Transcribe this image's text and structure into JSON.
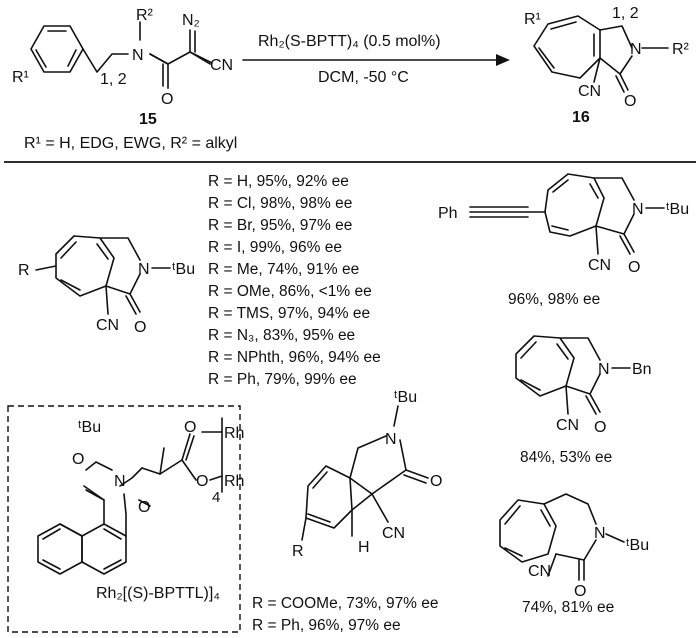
{
  "scheme": {
    "compound_start": "15",
    "compound_product": "16",
    "catalyst_line": "Rh₂(S-BPTT)₄ (0.5 mol%)",
    "conditions_line": "DCM, -50 °C",
    "substituent_note": "R¹ = H, EDG, EWG, R² = alkyl"
  },
  "atoms": {
    "r1": "R¹",
    "r2": "R²",
    "n": "N",
    "n2": "N₂",
    "cn": "CN",
    "o": "O",
    "chain": "1, 2",
    "r2_sub": "R²",
    "ph": "Ph",
    "r": "R",
    "tbu": "ᵗBu",
    "bn": "Bn",
    "h": "H",
    "rh": "Rh",
    "sub4": "4"
  },
  "results_list": [
    "R = H, 95%, 92% ee",
    "R = Cl, 98%, 98% ee",
    "R = Br, 95%, 97% ee",
    "R = I, 99%, 96% ee",
    "R = Me, 74%, 91% ee",
    "R = OMe, 86%, <1% ee",
    "R = TMS, 97%, 94% ee",
    "R = N₃, 83%, 95% ee",
    "R = NPhth, 96%, 94% ee",
    "R = Ph, 79%, 99% ee"
  ],
  "results_right": {
    "phenylethynyl": "96%, 98% ee",
    "benzyl": "84%, 53% ee",
    "six_ring": "74%, 81% ee"
  },
  "cyclopropane_results": [
    "R = COOMe, 73%, 97% ee",
    "R = Ph, 96%, 97% ee"
  ],
  "catalyst_label": "Rh₂[(S)-BPTTL)]₄"
}
